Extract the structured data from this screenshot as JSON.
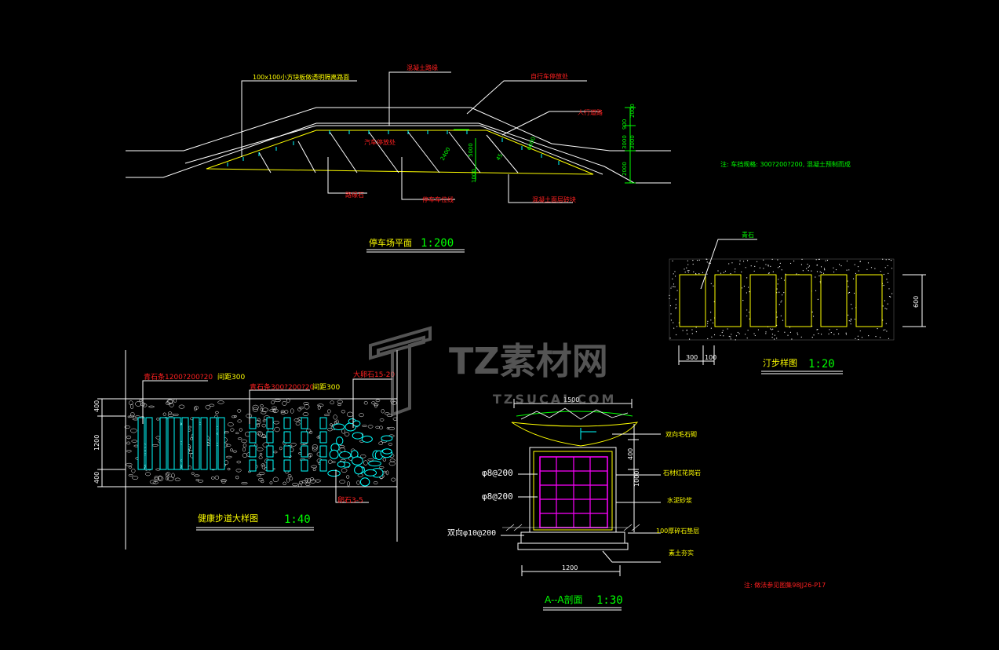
{
  "colors": {
    "background": "#000000",
    "line_white": "#ffffff",
    "line_green": "#00ff00",
    "line_yellow": "#ffff00",
    "line_cyan": "#00ffff",
    "line_red": "#ff2020",
    "line_magenta": "#ff00ff",
    "watermark": "#8a8a8a"
  },
  "parking_plan": {
    "title": "停车场平面",
    "scale": "1:200",
    "labels": {
      "top_left": "100x100小方块板做透明隔离路面",
      "concrete_edge": "混凝土路缘",
      "bike_lane": "自行车停放处",
      "pedestrian_path": "人行道路",
      "parking_spot": "汽车停放处",
      "curb": "路缘石",
      "parking_line": "停车车位线",
      "concrete_layer": "混凝土面层砖块"
    },
    "dims": [
      "2400",
      "5000",
      "1000",
      "45",
      "6000",
      "900",
      "2000",
      "3000",
      "3000",
      "2000"
    ],
    "note": "注: 车挡规格: 300?200?200, 混凝土预制而成"
  },
  "stepping_stone": {
    "title": "汀步样图",
    "scale": "1:20",
    "stone_label": "青石",
    "dims": [
      "600",
      "300",
      "100"
    ],
    "stone_count": 6
  },
  "walkway": {
    "title": "健康步道大样图",
    "scale": "1:40",
    "labels": {
      "stone_a": "青石条1200?200?20",
      "spacing_a": "间距300",
      "stone_b": "青石条300?200?20",
      "spacing_b": "间距300",
      "pebble_big": "大卵石15-20",
      "pebble_small": "卵石3-5"
    },
    "dims": [
      "400",
      "1200",
      "400"
    ]
  },
  "section": {
    "title": "A--A剖面",
    "scale": "1:30",
    "dims": [
      "1500",
      "400",
      "1000",
      "1200"
    ],
    "rebar_1": "φ8@200",
    "rebar_2": "φ8@200",
    "rebar_3": "双向φ10@200",
    "labels": {
      "right_1": "双向毛石砌",
      "right_2": "石材红花岗岩",
      "right_3": "水泥砂浆",
      "right_4": "100厚碎石垫层",
      "right_5": "素土夯实"
    },
    "note": "注: 做法参见图集98JJ26-P17"
  },
  "watermark": {
    "brand": "TZ素材网",
    "url": "TZSUCAI.COM"
  }
}
